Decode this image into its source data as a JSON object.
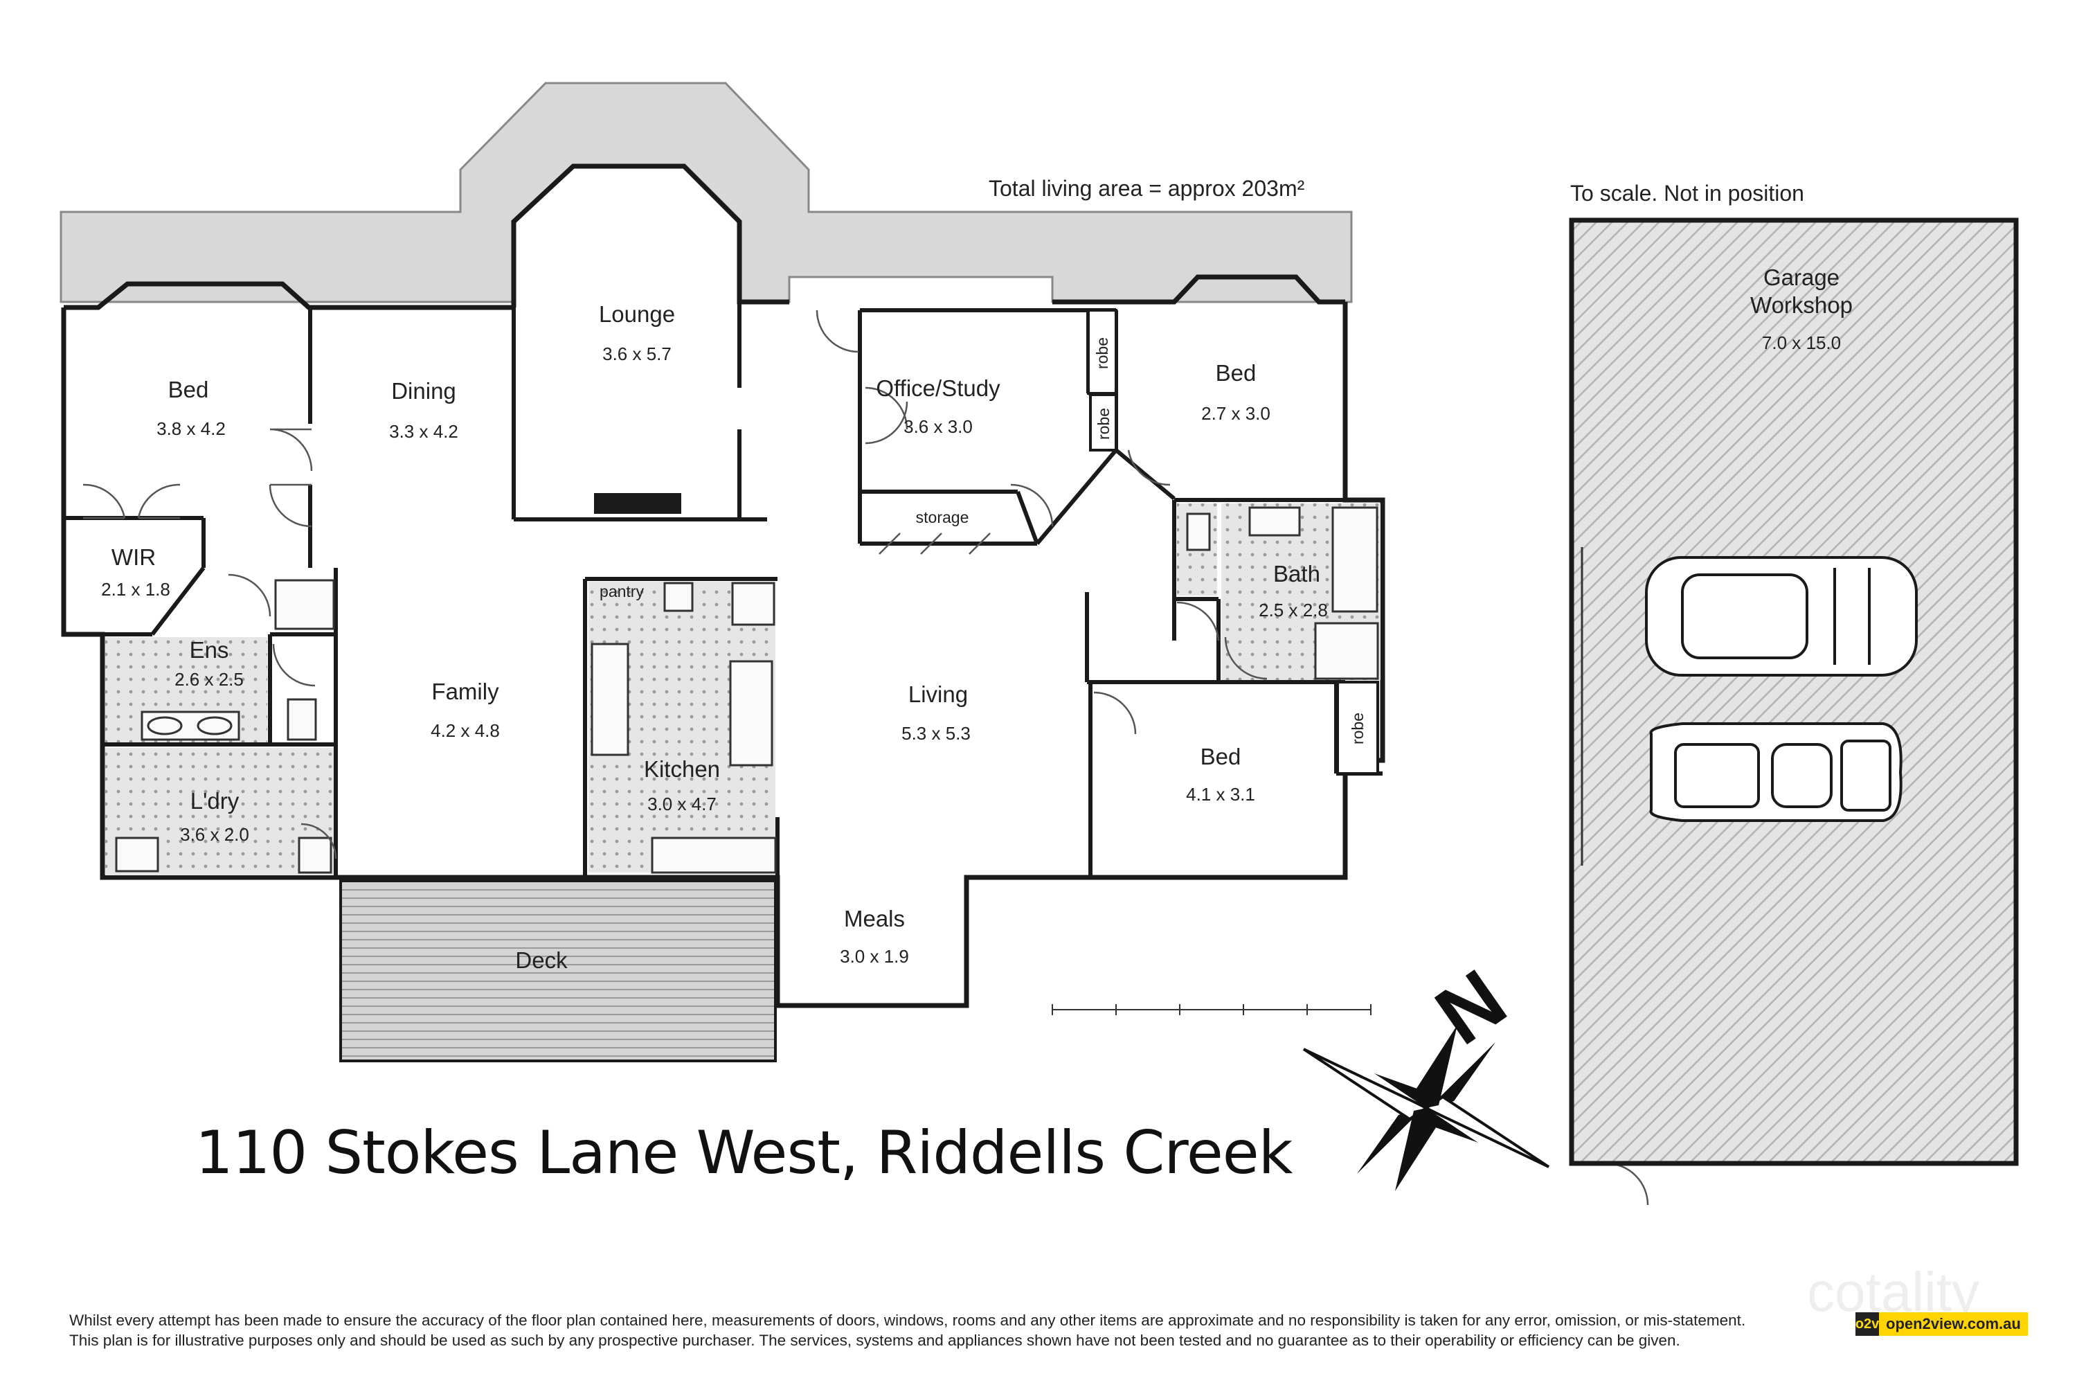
{
  "header": {
    "total_area": "Total living area = approx 203m²",
    "scale_note": "To scale. Not in position"
  },
  "rooms": {
    "lounge": {
      "name": "Lounge",
      "dim": "3.6 x 5.7"
    },
    "bed_main": {
      "name": "Bed",
      "dim": "3.8 x 4.2"
    },
    "dining": {
      "name": "Dining",
      "dim": "3.3 x 4.2"
    },
    "office": {
      "name": "Office/Study",
      "dim": "3.6 x 3.0"
    },
    "bed_2": {
      "name": "Bed",
      "dim": "2.7 x 3.0"
    },
    "wir": {
      "name": "WIR",
      "dim": "2.1 x 1.8"
    },
    "ens": {
      "name": "Ens",
      "dim": "2.6 x 2.5"
    },
    "family": {
      "name": "Family",
      "dim": "4.2 x 4.8"
    },
    "kitchen": {
      "name": "Kitchen",
      "dim": "3.0 x 4.7"
    },
    "living": {
      "name": "Living",
      "dim": "5.3 x 5.3"
    },
    "bath": {
      "name": "Bath",
      "dim": "2.5 x 2.8"
    },
    "bed_3": {
      "name": "Bed",
      "dim": "4.1 x 3.1"
    },
    "laundry": {
      "name": "L'dry",
      "dim": "3.6 x 2.0"
    },
    "meals": {
      "name": "Meals",
      "dim": "3.0 x 1.9"
    },
    "deck": {
      "name": "Deck"
    },
    "garage": {
      "name_line1": "Garage",
      "name_line2": "Workshop",
      "dim": "7.0 x 15.0"
    }
  },
  "fixtures": {
    "robe": "robe",
    "storage": "storage",
    "pantry": "pantry"
  },
  "compass": {
    "north": "N"
  },
  "address": "110 Stokes Lane West, Riddells Creek",
  "disclaimer": {
    "line1": "Whilst every attempt has been made to ensure the accuracy of the floor plan contained here, measurements of doors, windows, rooms and any other items are approximate and no responsibility is taken for any error, omission, or mis-statement.",
    "line2": "This plan is for illustrative purposes only and should be used as such by any prospective purchaser. The services, systems and appliances shown have not been tested and no guarantee as to their operability or efficiency can be given."
  },
  "branding": {
    "watermark": "cotality",
    "logo_text": "o2v",
    "site": "open2view.com.au"
  },
  "colors": {
    "wall": "#1a1a1a",
    "veranda": "#d8d8d8",
    "wet_area": "#e8e8e8",
    "garage_hatch": "#cfcfcf",
    "accent": "#ffd400"
  }
}
